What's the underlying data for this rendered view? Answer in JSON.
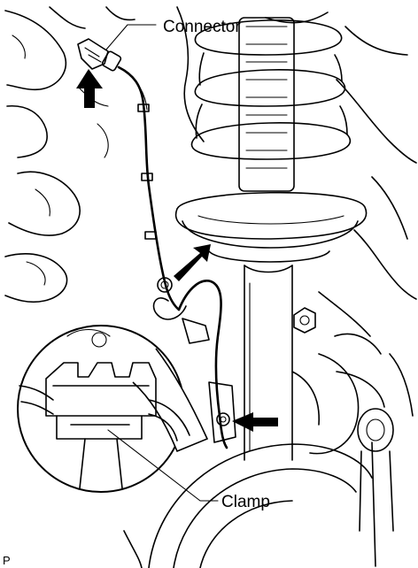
{
  "labels": {
    "connector": "Connector",
    "clamp": "Clamp",
    "corner_code": "P"
  },
  "colors": {
    "ink": "#000000",
    "paper": "#ffffff"
  }
}
